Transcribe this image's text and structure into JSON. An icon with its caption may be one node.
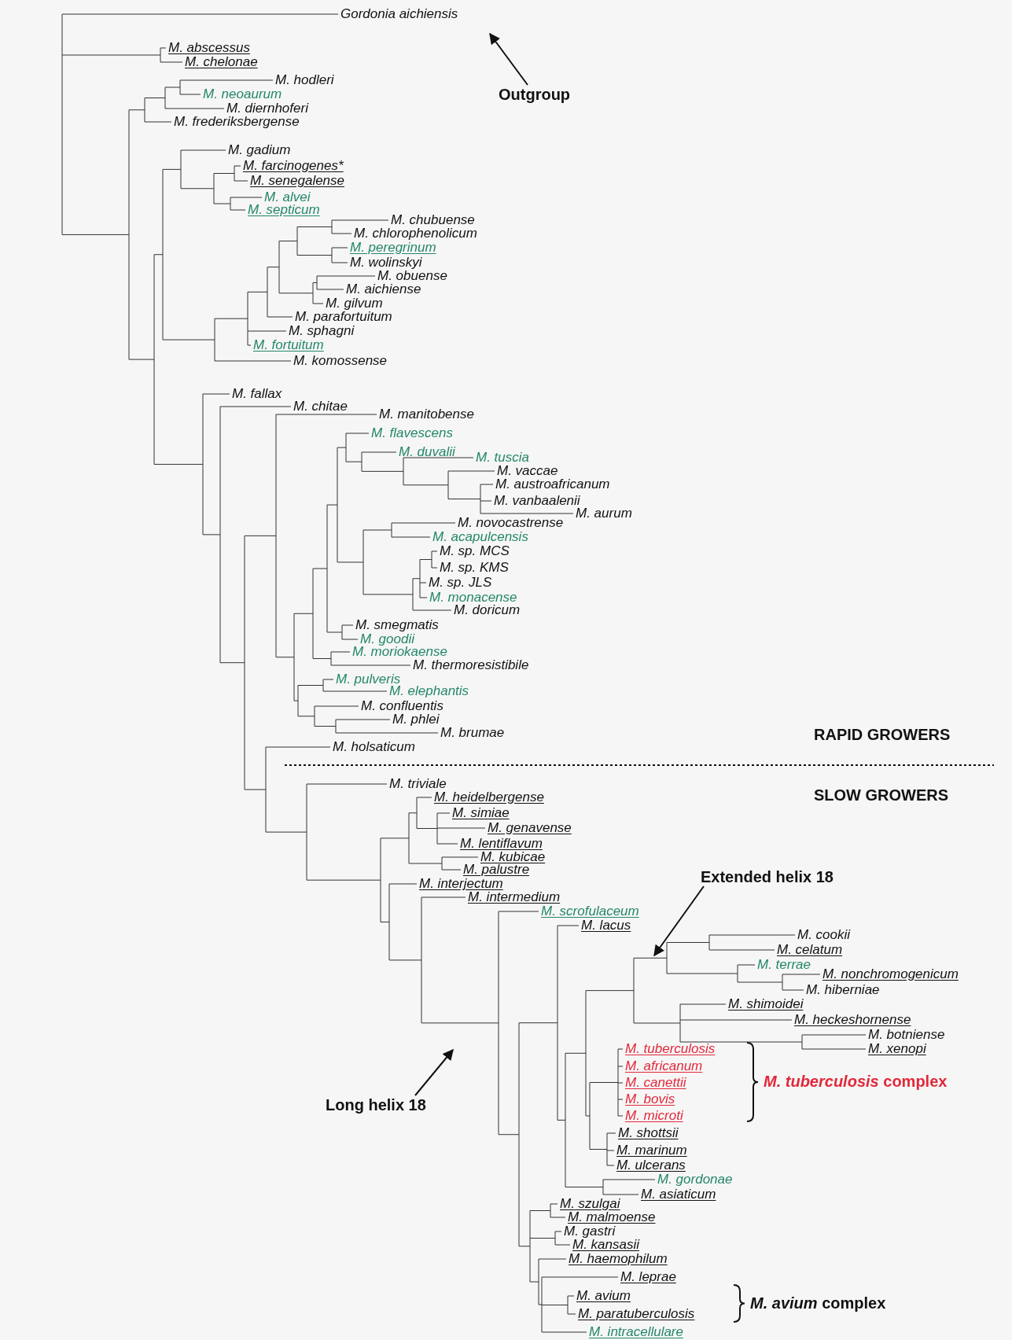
{
  "diagram": {
    "nodes": [
      {
        "text": [
          "Outgroup"
        ]
      },
      {
        "text": [
          "Extended helix 18"
        ]
      },
      {
        "text": [
          "Long helix 18"
        ]
      }
    ],
    "edges": [
      {
        "from": 0,
        "to": null,
        "arrow": "to"
      },
      {
        "from": 1,
        "to": null,
        "arrow": "to"
      },
      {
        "from": 2,
        "to": null,
        "arrow": "to"
      }
    ],
    "labels": [
      "Gordonia aichiensis",
      "M. abscessus",
      "M. chelonae",
      "M. hodleri",
      "M. neoaurum",
      "M. diernhoferi",
      "M. frederiksbergense",
      "M. gadium",
      "M. farcinogenes*",
      "M. senegalense",
      "M. alvei",
      "M. septicum",
      "M. chubuense",
      "M. chlorophenolicum",
      "M. peregrinum",
      "M. wolinskyi",
      "M. obuense",
      "M. aichiense",
      "M. gilvum",
      "M. parafortuitum",
      "M. sphagni",
      "M. fortuitum",
      "M. komossense",
      "M. fallax",
      "M. chitae",
      "M. manitobense",
      "M. flavescens",
      "M. duvalii",
      "M. tuscia",
      "M. vaccae",
      "M. austroafricanum",
      "M. vanbaalenii",
      "M. aurum",
      "M. novocastrense",
      "M. acapulcensis",
      "M. sp. MCS",
      "M. sp. KMS",
      "M. sp. JLS",
      "M. monacense",
      "M. doricum",
      "M. smegmatis",
      "M. goodii",
      "M. moriokaense",
      "M. thermoresistibile",
      "M. pulveris",
      "M. elephantis",
      "M. confluentis",
      "M. phlei",
      "M. brumae",
      "M. holsaticum",
      "M. triviale",
      "M. heidelbergense",
      "M. simiae",
      "M. genavense",
      "M. lentiflavum",
      "M. kubicae",
      "M. palustre",
      "M. interjectum",
      "M. intermedium",
      "M. scrofulaceum",
      "M. lacus",
      "M. cookii",
      "M. celatum",
      "M. terrae",
      "M. nonchromogenicum",
      "M. hiberniae",
      "M. shimoidei",
      "M. heckeshornense",
      "M. botniense",
      "M. xenopi",
      "M. tuberculosis",
      "M. africanum",
      "M. canettii",
      "M. bovis",
      "M. microti",
      "M. shottsii",
      "M. marinum",
      "M. ulcerans",
      "M. gordonae",
      "M. asiaticum",
      "M. szulgai",
      "M. malmoense",
      "M. gastri",
      "M. kansasii",
      "M. haemophilum",
      "M. leprae",
      "M. avium",
      "M. paratuberculosis",
      "M. intracellulare",
      "RAPID GROWERS",
      "SLOW GROWERS",
      "*M. tuberculosis* complex",
      "*M. avium* complex"
    ]
  }
}
